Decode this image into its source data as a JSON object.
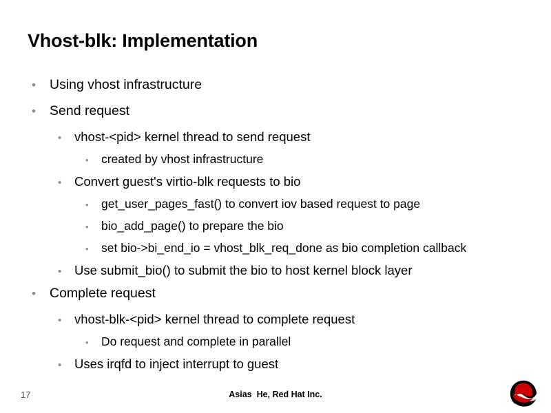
{
  "slide": {
    "title": "Vhost-blk: Implementation",
    "bullet_glyph": "•",
    "bullets": [
      {
        "level": 1,
        "text": "Using vhost infrastructure"
      },
      {
        "level": 1,
        "text": "Send request"
      },
      {
        "level": 2,
        "text": "vhost-<pid> kernel thread to send request"
      },
      {
        "level": 3,
        "text": "created by vhost infrastructure"
      },
      {
        "level": 2,
        "text": "Convert guest's virtio-blk requests to bio"
      },
      {
        "level": 3,
        "text": "get_user_pages_fast() to convert iov based request to page"
      },
      {
        "level": 3,
        "text": "bio_add_page() to prepare the bio"
      },
      {
        "level": 3,
        "text": "set bio->bi_end_io = vhost_blk_req_done as bio completion callback"
      },
      {
        "level": 2,
        "text": "Use submit_bio() to submit the bio to host kernel block layer"
      },
      {
        "level": 1,
        "text": "Complete request"
      },
      {
        "level": 2,
        "text": "vhost-blk-<pid> kernel thread to complete request"
      },
      {
        "level": 3,
        "text": "Do request and complete in parallel"
      },
      {
        "level": 2,
        "text": "Uses irqfd to inject interrupt to guest"
      }
    ]
  },
  "footer": {
    "page_number": "17",
    "attribution": "Asias  He, Red Hat Inc.",
    "logo_name": "red-hat-shadowman-logo",
    "logo_hat_color": "#cc0000",
    "logo_shadow_color": "#000000"
  },
  "colors": {
    "background": "#ffffff",
    "text": "#000000",
    "bullet": "#8c8c8c",
    "page_number": "#4d4d4d",
    "accent": "#cc0000"
  }
}
